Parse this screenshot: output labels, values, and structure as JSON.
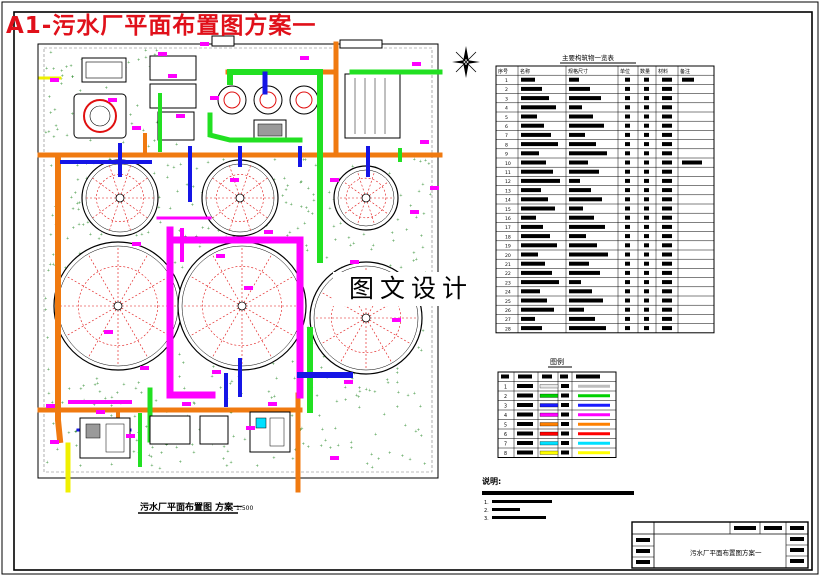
{
  "banner_title": "A1-污水厂平面布置图方案一",
  "watermark": "图文设计",
  "plan_caption": "污水厂平面布置图 方案一",
  "plan_scale": "1:500",
  "equipment_table": {
    "title": "主要构筑物一览表",
    "headers": [
      "序号",
      "名称",
      "规格尺寸",
      "单位",
      "数量",
      "材料",
      "备注"
    ],
    "rows": [
      [
        "1",
        "",
        "",
        "",
        "",
        "",
        ""
      ],
      [
        "2",
        "",
        "",
        "",
        "",
        "",
        ""
      ],
      [
        "3",
        "",
        "",
        "",
        "",
        "",
        ""
      ],
      [
        "4",
        "",
        "",
        "",
        "",
        "",
        ""
      ],
      [
        "5",
        "",
        "",
        "",
        "",
        "",
        ""
      ],
      [
        "6",
        "",
        "",
        "",
        "",
        "",
        ""
      ],
      [
        "7",
        "",
        "",
        "",
        "",
        "",
        ""
      ],
      [
        "8",
        "",
        "",
        "",
        "",
        "",
        ""
      ],
      [
        "9",
        "",
        "",
        "",
        "",
        "",
        ""
      ],
      [
        "10",
        "",
        "",
        "",
        "",
        "",
        ""
      ],
      [
        "11",
        "",
        "",
        "",
        "",
        "",
        ""
      ],
      [
        "12",
        "",
        "",
        "",
        "",
        "",
        ""
      ],
      [
        "13",
        "",
        "",
        "",
        "",
        "",
        ""
      ],
      [
        "14",
        "",
        "",
        "",
        "",
        "",
        ""
      ],
      [
        "15",
        "",
        "",
        "",
        "",
        "",
        ""
      ],
      [
        "16",
        "",
        "",
        "",
        "",
        "",
        ""
      ],
      [
        "17",
        "",
        "",
        "",
        "",
        "",
        ""
      ],
      [
        "18",
        "",
        "",
        "",
        "",
        "",
        ""
      ],
      [
        "19",
        "",
        "",
        "",
        "",
        "",
        ""
      ],
      [
        "20",
        "",
        "",
        "",
        "",
        "",
        ""
      ],
      [
        "21",
        "",
        "",
        "",
        "",
        "",
        ""
      ],
      [
        "22",
        "",
        "",
        "",
        "",
        "",
        ""
      ],
      [
        "23",
        "",
        "",
        "",
        "",
        "",
        ""
      ],
      [
        "24",
        "",
        "",
        "",
        "",
        "",
        ""
      ],
      [
        "25",
        "",
        "",
        "",
        "",
        "",
        ""
      ],
      [
        "26",
        "",
        "",
        "",
        "",
        "",
        ""
      ],
      [
        "27",
        "",
        "",
        "",
        "",
        "",
        ""
      ],
      [
        "28",
        "",
        "",
        "",
        "",
        "",
        ""
      ]
    ]
  },
  "legend_table": {
    "title": "图例",
    "rows": [
      {
        "no": "1",
        "color": "#e8e8e8"
      },
      {
        "no": "2",
        "color": "#00d000"
      },
      {
        "no": "3",
        "color": "#1a1aff"
      },
      {
        "no": "4",
        "color": "#ff00ff"
      },
      {
        "no": "5",
        "color": "#ff8000"
      },
      {
        "no": "6",
        "color": "#ff0000"
      },
      {
        "no": "7",
        "color": "#00e0ff"
      },
      {
        "no": "8",
        "color": "#ffff00"
      }
    ]
  },
  "notes": {
    "title": "说明:",
    "items": [
      "1.",
      "2.",
      "3."
    ]
  },
  "title_block": {
    "drawing_name": "污水厂平面布置图方案一"
  },
  "colors": {
    "pipe_green": "#22e022",
    "pipe_blue": "#1515e6",
    "pipe_magenta": "#ff00ff",
    "pipe_orange": "#f07a10",
    "pipe_yellow": "#f0f000",
    "pipe_red": "#e01010",
    "tree_green": "#2a8a2a",
    "banner_red": "#e0101a"
  },
  "icons": [
    "north-arrow-icon"
  ]
}
